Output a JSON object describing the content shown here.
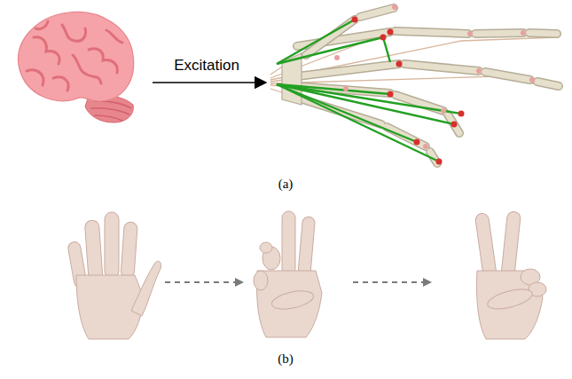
{
  "diagram": {
    "labels": [
      "Excitation",
      "(a)",
      "(b)"
    ]
  }
}
